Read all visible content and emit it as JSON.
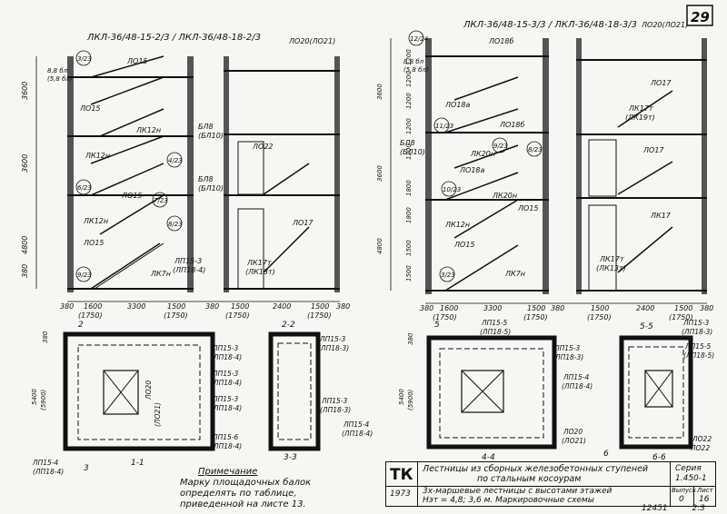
{
  "sheet": {
    "page_number": "29",
    "formula_left": "ЛКЛ-36/48-15-2/3 / ЛКЛ-36/48-18-2/3",
    "formula_right": "ЛКЛ-36/48-15-3/3 / ЛКЛ-36/48-18-3/3",
    "sheet_code": "12451",
    "sheet_sub": "2.3"
  },
  "left_section": {
    "labels": [
      "ЛО15",
      "ЛО15",
      "ЛК12н",
      "ЛК12н",
      "ЛО15",
      "ЛК12н",
      "ЛО15",
      "ЛК7н",
      "ЛО20(ЛО21)",
      "ЛО22",
      "ЛО17",
      "ЛК17т",
      "(ЛК13т)",
      "ЛП15-3",
      "(ЛП18-4)",
      "БЛ8",
      "(БЛ10)",
      "БЛ8",
      "(БЛ10)",
      "8,8 бл",
      "(5,8 бл)"
    ],
    "marks": [
      "3/23",
      "4/23",
      "6/23",
      "7/23",
      "8/23",
      "9/23"
    ],
    "heights": [
      "3600",
      "3600",
      "4800",
      "380"
    ],
    "widths": [
      "1600",
      "3300",
      "1500",
      "380",
      "380",
      "1500",
      "2400",
      "1500",
      "380"
    ],
    "widths_alt": [
      "(1750)",
      "(1750)",
      "(1750)",
      "(1750)"
    ]
  },
  "right_section": {
    "labels": [
      "ЛО18б",
      "ЛО20(ЛО21)",
      "ЛО18а",
      "ЛО18б",
      "ЛК20н",
      "ЛО18а",
      "ЛК20н",
      "ЛО15",
      "ЛК12н",
      "ЛО15",
      "ЛК7н",
      "ЛО17",
      "ЛК17т",
      "(ЛК19т)",
      "ЛО17",
      "ЛК17",
      "ЛК17т",
      "(ЛК13т)",
      "БЛ8",
      "(БЛ10)",
      "8,8 бл",
      "(5,8 бл)"
    ],
    "marks": [
      "12/24",
      "11/23",
      "9/23",
      "10/23",
      "8/23",
      "3/23"
    ],
    "heights": [
      "3600",
      "3600",
      "4800",
      "1200",
      "1200",
      "1200",
      "1200",
      "1800",
      "1800",
      "1200",
      "1500",
      "1500"
    ],
    "widths": [
      "380",
      "1600",
      "3300",
      "1500",
      "380",
      "1500",
      "2400",
      "1500",
      "380"
    ],
    "widths_alt": [
      "(1750)",
      "(1750)",
      "(1750)",
      "(1750)"
    ]
  },
  "plans": {
    "sections": [
      "1-1",
      "2-2",
      "3-3",
      "4-4",
      "5-5",
      "6-6"
    ],
    "cut_marks": [
      "2",
      "3",
      "5",
      "6"
    ],
    "dims": [
      "5400",
      "(5900)",
      "380",
      "380",
      "5400",
      "(5900)"
    ],
    "labels": [
      "ЛП15-3",
      "(ЛП18-4)",
      "ЛП15-3",
      "(ЛП18-4)",
      "ЛП15-3",
      "(ЛП18-4)",
      "ЛП15-6",
      "(ЛП18-4)",
      "ЛО20",
      "(ЛО21)",
      "ЛП15-4",
      "(ЛП18-4)",
      "ЛП15-3",
      "(ЛП18-3)",
      "ЛП15-3",
      "(ЛП18-3)",
      "ЛП15-4",
      "(ЛП18-4)",
      "ЛП15-5",
      "(ЛП18-5)",
      "ЛП15-3",
      "(ЛП18-3)",
      "ЛП15-4",
      "(ЛП18-4)",
      "ЛП15-3",
      "(ЛП18-3)",
      "ЛП15-5",
      "(ЛП18-5)",
      "ЛО20",
      "(ЛО21)",
      "ЛО22",
      "ЛО22"
    ]
  },
  "note": {
    "title": "Примечание",
    "text": "Марку площадочных балок определять по таблице, приведенной на листе 13."
  },
  "title_block": {
    "org": "ТК",
    "year": "1973",
    "title_line1": "Лестницы из сборных железобетонных ступеней",
    "title_line2": "по стальным косоурам",
    "title_line3": "3х-маршевые лестницы с высотами этажей",
    "title_line4": "Нэт = 4,8; 3,6 м. Маркировочные схемы",
    "series_label": "Серия",
    "series_value": "1.450-1",
    "issue_label": "Выпуск",
    "issue_value": "0",
    "sheet_label": "Лист",
    "sheet_value": "16"
  }
}
